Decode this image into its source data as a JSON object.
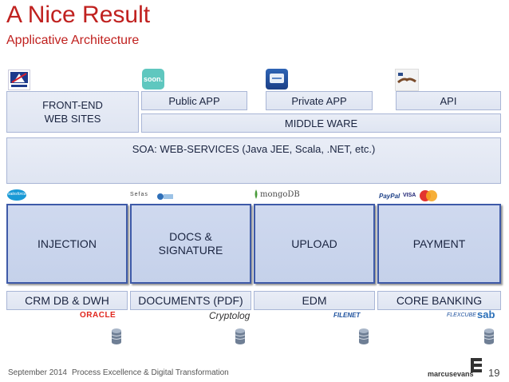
{
  "header": {
    "title": "A Nice Result",
    "subtitle": "Applicative Architecture"
  },
  "top_layer": {
    "frontend_l1": "FRONT-END",
    "frontend_l2": "WEB SITES",
    "public_app": "Public APP",
    "private_app": "Private APP",
    "api": "API",
    "middleware": "MIDDLE WARE"
  },
  "soa": {
    "label": "SOA: WEB-SERVICES (Java JEE, Scala, .NET, etc.)"
  },
  "services": {
    "injection": "INJECTION",
    "docs_l1": "DOCS &",
    "docs_l2": "SIGNATURE",
    "upload": "UPLOAD",
    "payment": "PAYMENT"
  },
  "data_layer": {
    "crm": "CRM DB & DWH",
    "documents": "DOCUMENTS (PDF)",
    "edm": "EDM",
    "core_banking": "CORE BANKING"
  },
  "logos": {
    "axa": "AXA",
    "soon": "soon.",
    "salesforce": "salesforce",
    "mongodb": "mongoDB",
    "paypal": "PayPal",
    "visa": "VISA",
    "oracle": "ORACLE",
    "cryptolog": "Cryptolog",
    "filenet": "FILENET",
    "flexcube": "FLEXCUBE",
    "sab": "sab",
    "marcusevans": "marcusevans",
    "sefas": "Sefas"
  },
  "footer": {
    "date": "September 2014",
    "topic": "Process Excellence & Digital Transformation",
    "page_number": "19"
  },
  "colors": {
    "accent": "#c0211f",
    "box_fill": "#e9edf6",
    "box_border": "#a9b6d6",
    "service_border": "#3e5aa8"
  }
}
